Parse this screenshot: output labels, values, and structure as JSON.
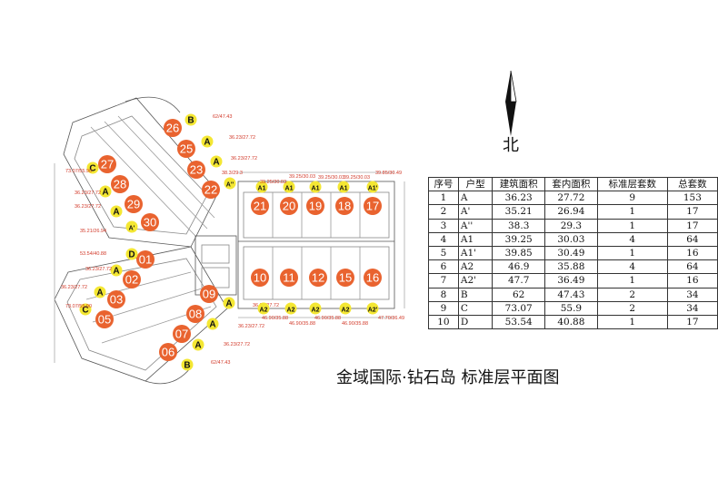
{
  "north_label": "北",
  "caption": "金域国际·钻石岛 标准层平面图",
  "colors": {
    "unit_badge": "#e9632f",
    "type_badge": "#f4e733",
    "area_text": "#d23a2a",
    "line": "#555555"
  },
  "units": [
    {
      "num": "01",
      "type": "D",
      "area": "53.54/40.88"
    },
    {
      "num": "02",
      "type": "A",
      "area": "36.23/27.72"
    },
    {
      "num": "03",
      "type": "A",
      "area": "36.23/27.72"
    },
    {
      "num": "05",
      "type": "C",
      "area": "73.07/55.90"
    },
    {
      "num": "06",
      "type": "B",
      "area": "62/47.43"
    },
    {
      "num": "07",
      "type": "A",
      "area": "36.23/27.72"
    },
    {
      "num": "08",
      "type": "A",
      "area": "36.23/27.72"
    },
    {
      "num": "09",
      "type": "A",
      "area": "36.23/27.72"
    },
    {
      "num": "10",
      "type": "A2",
      "area": "46.90/35.88"
    },
    {
      "num": "11",
      "type": "A2",
      "area": "46.90/35.88"
    },
    {
      "num": "12",
      "type": "A2",
      "area": "46.90/35.88"
    },
    {
      "num": "15",
      "type": "A2",
      "area": "46.90/35.88"
    },
    {
      "num": "16",
      "type": "A2'",
      "area": "47.70/36.49"
    },
    {
      "num": "17",
      "type": "A1'",
      "area": "39.85/30.49"
    },
    {
      "num": "18",
      "type": "A1",
      "area": "39.25/30.03"
    },
    {
      "num": "19",
      "type": "A1",
      "area": "39.25/30.03"
    },
    {
      "num": "20",
      "type": "A1",
      "area": "39.25/30.03"
    },
    {
      "num": "21",
      "type": "A1",
      "area": "39.25/30.03"
    },
    {
      "num": "22",
      "type": "A''",
      "area": "38.3/29.3"
    },
    {
      "num": "23",
      "type": "A",
      "area": "36.23/27.72"
    },
    {
      "num": "25",
      "type": "A",
      "area": "36.23/27.72"
    },
    {
      "num": "26",
      "type": "B",
      "area": "62/47.43"
    },
    {
      "num": "27",
      "type": "C",
      "area": "73.07/55.90"
    },
    {
      "num": "28",
      "type": "A",
      "area": "36.23/27.72"
    },
    {
      "num": "29",
      "type": "A",
      "area": "36.23/27.72"
    },
    {
      "num": "30",
      "type": "A'",
      "area": "35.21/26.94"
    }
  ],
  "table": {
    "headers": [
      "序号",
      "户型",
      "建筑面积",
      "套内面积",
      "标准层套数",
      "总套数"
    ],
    "rows": [
      [
        "1",
        "A",
        "36.23",
        "27.72",
        "9",
        "153"
      ],
      [
        "2",
        "A'",
        "35.21",
        "26.94",
        "1",
        "17"
      ],
      [
        "3",
        "A''",
        "38.3",
        "29.3",
        "1",
        "17"
      ],
      [
        "4",
        "A1",
        "39.25",
        "30.03",
        "4",
        "64"
      ],
      [
        "5",
        "A1'",
        "39.85",
        "30.49",
        "1",
        "16"
      ],
      [
        "6",
        "A2",
        "46.9",
        "35.88",
        "4",
        "64"
      ],
      [
        "7",
        "A2'",
        "47.7",
        "36.49",
        "1",
        "16"
      ],
      [
        "8",
        "B",
        "62",
        "47.43",
        "2",
        "34"
      ],
      [
        "9",
        "C",
        "73.07",
        "55.9",
        "2",
        "34"
      ],
      [
        "10",
        "D",
        "53.54",
        "40.88",
        "1",
        "17"
      ]
    ]
  }
}
